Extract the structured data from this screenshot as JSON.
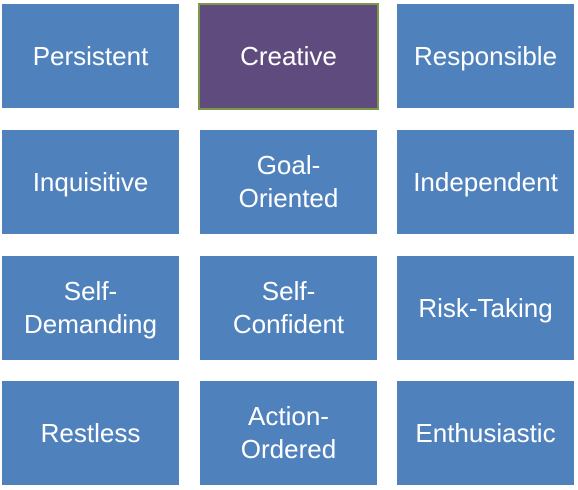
{
  "colors": {
    "tile": "#4f81bd",
    "selected_tile": "#5f4b7d",
    "selected_border": "#7a9a4a",
    "text": "#ffffff"
  },
  "tiles": [
    {
      "label": "Persistent",
      "selected": false
    },
    {
      "label": "Creative",
      "selected": true
    },
    {
      "label": "Responsible",
      "selected": false
    },
    {
      "label": "Inquisitive",
      "selected": false
    },
    {
      "label": "Goal-\nOriented",
      "selected": false
    },
    {
      "label": "Independent",
      "selected": false
    },
    {
      "label": "Self-\nDemanding",
      "selected": false
    },
    {
      "label": "Self-\nConfident",
      "selected": false
    },
    {
      "label": "Risk-Taking",
      "selected": false
    },
    {
      "label": "Restless",
      "selected": false
    },
    {
      "label": "Action-\nOrdered",
      "selected": false
    },
    {
      "label": "Enthusiastic",
      "selected": false
    }
  ]
}
